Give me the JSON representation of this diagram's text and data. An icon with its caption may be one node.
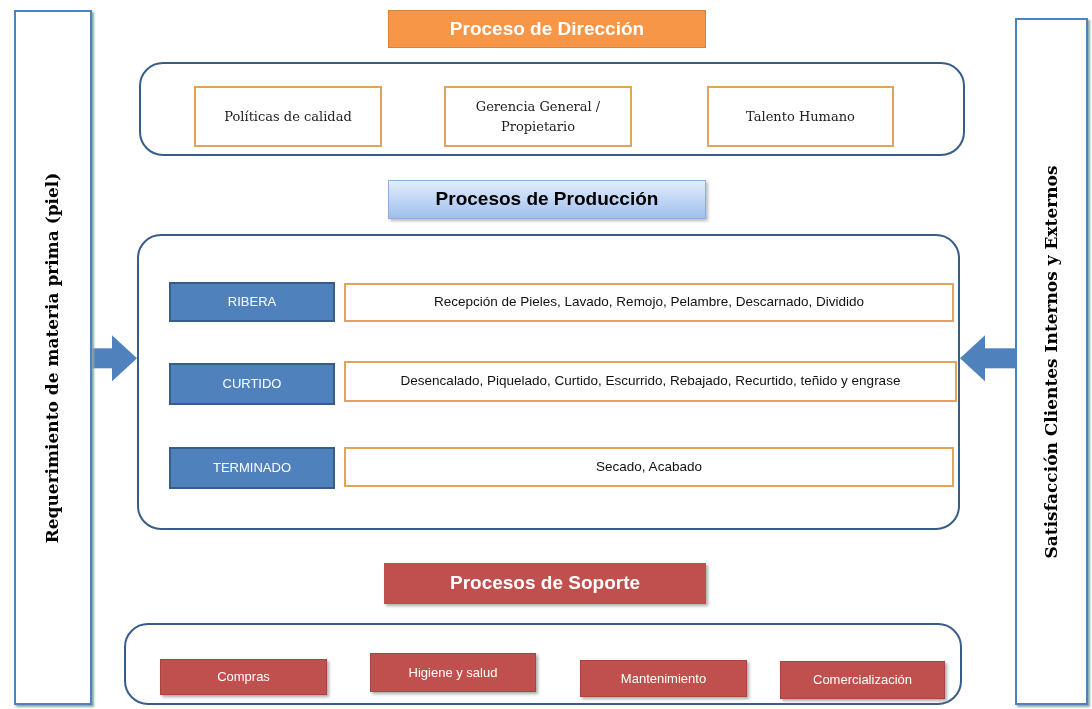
{
  "diagram": {
    "nodes": [
      {
        "text": [
          "Requerimiento de materia prima (piel)"
        ]
      },
      {
        "text": [
          "Proceso de Dirección"
        ]
      },
      {
        "text": [],
        "shape": "box"
      },
      {
        "text": [
          "Políticas de calidad"
        ],
        "in": 2
      },
      {
        "text": [
          "Gerencia General / Propietario"
        ],
        "in": 2
      },
      {
        "text": [
          "Talento Humano"
        ],
        "in": 2
      },
      {
        "text": [
          "Procesos de Producción"
        ]
      },
      {
        "text": [],
        "shape": "box"
      },
      {
        "text": [
          "RIBERA"
        ],
        "in": 7
      },
      {
        "text": [
          "Recepción de Pieles, Lavado, Remojo, Pelambre, Descarnado, Dividido"
        ],
        "in": 7
      },
      {
        "text": [
          "CURTIDO"
        ],
        "in": 7
      },
      {
        "text": [
          "Desencalado, Piquelado, Curtido, Escurrido, Rebajado, Recurtido, teñido y engrase"
        ],
        "in": 7
      },
      {
        "text": [
          "TERMINADO"
        ],
        "in": 7
      },
      {
        "text": [
          "Secado, Acabado"
        ],
        "in": 7
      },
      {
        "text": [
          "Procesos de Soporte"
        ]
      },
      {
        "text": [],
        "shape": "box"
      },
      {
        "text": [
          "Compras"
        ],
        "in": 15
      },
      {
        "text": [
          "Higiene y salud"
        ],
        "in": 15
      },
      {
        "text": [
          "Mantenimiento"
        ],
        "in": 15
      },
      {
        "text": [
          "Comercialización"
        ],
        "in": 15
      },
      {
        "text": [
          "Satisfacción Clientes Internos y Externos"
        ]
      }
    ],
    "edges": [
      {
        "from": 0,
        "to": 7,
        "arrow": "to"
      },
      {
        "from": 20,
        "to": 7,
        "arrow": "to"
      }
    ]
  }
}
